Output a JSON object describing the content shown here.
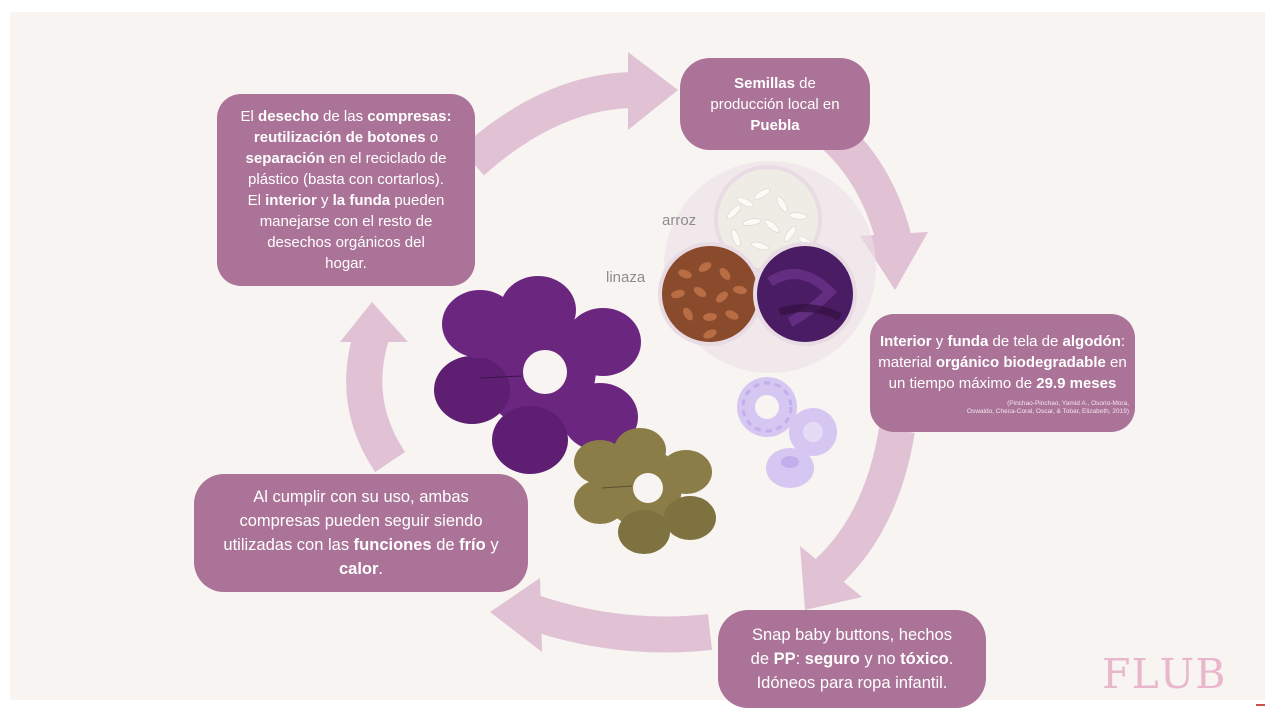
{
  "diagram": {
    "colors": {
      "background": "#f8f4f1",
      "box": "#ab7397",
      "arrow": "#e0c2d4",
      "flower_purple": "#6b2680",
      "flower_olive": "#8a7d48",
      "button_lilac": "#d6c6f2"
    },
    "nodes": {
      "seeds": {
        "bold1": "Semillas",
        "text1": " de",
        "text2": "producción local en",
        "bold2": "Puebla"
      },
      "fabric": {
        "bold1": "Interior",
        "t1": " y ",
        "bold2": "funda",
        "t2": " de tela de ",
        "bold3": "algodón",
        "t3": ":",
        "t4": "material ",
        "bold4": "orgánico biodegradable",
        "t5": " en",
        "t6": "un tiempo máximo de ",
        "bold5": "29.9 meses",
        "cite1": "(Pinchao-Pinchao, Yamid A., Osorio-Mora,",
        "cite2": "Oswaldo, Checa-Coral, Oscar, & Tobar, Elizabeth, 2019)"
      },
      "buttons": {
        "t1": "Snap baby buttons, hechos",
        "t2": "de ",
        "bold1": "PP",
        "t3": ": ",
        "bold2": "seguro",
        "t4": " y no ",
        "bold3": "tóxico",
        "t5": ".",
        "t6": "Idóneos para ropa infantil."
      },
      "compress": {
        "t1": "Al cumplir con su uso, ambas",
        "t2": "compresas pueden seguir siendo",
        "t3": "utilizadas con las ",
        "bold1": "funciones",
        "t4": " de ",
        "bold2": "frío",
        "t5": " y",
        "bold3": "calor",
        "t6": "."
      },
      "waste": {
        "t1": "El ",
        "bold1": "desecho",
        "t2": " de las ",
        "bold2": "compresas:",
        "bold3": "reutilización de botones",
        "t3": " o",
        "bold4": "separación",
        "t4": " en el reciclado de",
        "t5": "plástico (basta con cortarlos).",
        "t6": "El ",
        "bold5": "interior",
        "t7": " y ",
        "bold6": "la funda",
        "t8": " pueden",
        "t9": "manejarse con el resto de",
        "t10": "desechos orgánicos del",
        "t11": "hogar."
      }
    },
    "labels": {
      "rice": "arroz",
      "flax": "linaza"
    },
    "icons": [
      "rice-photo",
      "flaxseed-photo",
      "purple-fabric-photo",
      "purple-flower-compress",
      "olive-flower-compress",
      "snap-button"
    ],
    "logo": {
      "left": "FL",
      "middle": "U",
      "right": "B"
    }
  }
}
